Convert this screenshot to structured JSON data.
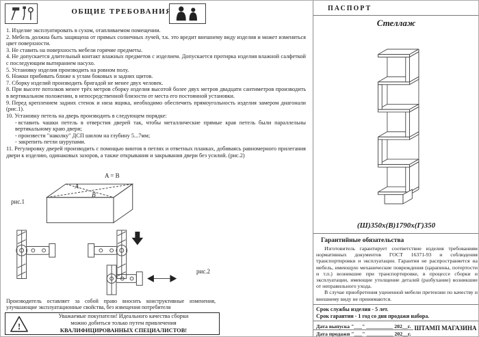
{
  "header": {
    "title": "ОБЩИЕ  ТРЕБОВАНИЯ"
  },
  "requirements": [
    {
      "num": "1.",
      "text": "Изделие эксплуатировать в сухом, отапливаемом помещении."
    },
    {
      "num": "2.",
      "text": "Мебель должна быть защищена от прямых солнечных лучей, т.к. это вредит внешнему виду изделия и может изменяться цвет поверхности."
    },
    {
      "num": "3.",
      "text": "Не ставить на поверхность мебели горячие предметы."
    },
    {
      "num": "4.",
      "text": "Не допускается длительный контакт влажных предметов с изделием. Допускается протирка изделия влажной салфеткой с последующим вытиранием насухо."
    },
    {
      "num": "5.",
      "text": "Установку изделия производить на ровном полу."
    },
    {
      "num": "6.",
      "text": "Ножки прибивать ближе к углам боковых и задних щитов."
    },
    {
      "num": "7.",
      "text": "Сборку изделий производить бригадой не менее двух человек."
    },
    {
      "num": "8.",
      "text": "При высоте потолков менее трёх метров сборку изделия высотой более двух метров двадцати сантиметров производить в вертикальном положении, в непосредственной близости от места его постоянной установки."
    },
    {
      "num": "9.",
      "text": "Перед креплением задних стенок и низа ящика, необходимо обеспечить прямоугольность изделия замером диагонали (рис.1)."
    },
    {
      "num": "10.",
      "text": "Установку петель на дверь производить в следующем порядке:"
    },
    {
      "num": "-",
      "text": "вставить чашки петель в отверстия дверей так, чтобы металлические прямые края петель были параллельны вертикальному краю двери;"
    },
    {
      "num": "-",
      "text": "произвести \"наколку\" ДСП шилом на глубину 5...7мм;"
    },
    {
      "num": "-",
      "text": "закрепить петли шурупами."
    },
    {
      "num": "11.",
      "text": "Регулировку дверей производить с помощью винтов в петлях и ответных планках, добиваясь равномерного прилегания двери к изделию, одинаковых зазоров, а также открывания и закрывания двери без усилий. (рис.2)"
    }
  ],
  "figures": {
    "ab_label": "A = B",
    "fig1_label": "рис.1",
    "fig2_label": "рис.2"
  },
  "footer": {
    "note": "Производитель оставляет за собой право вносить конструктивные изменения, улучшающие эксплуатационные свойства, без извещения потребителя",
    "notice_line1": "Уважаемые покупатели! Идеального качества сборки",
    "notice_line2": "можно добиться только путем привлечения",
    "notice_line3": "КВАЛИФИЦИРОВАННЫХ СПЕЦИАЛИСТОВ!"
  },
  "passport": {
    "label": "ПАСПОРТ",
    "product": "Стеллаж",
    "dimensions": "(Ш)350х(В)1790х(Г)350"
  },
  "warranty": {
    "title": "Гарантийные обязательства",
    "body": "Изготовитель гарантирует соответствие изделия требованиям нормативных документов ГОСТ 16371-93 и соблюдения транспортировки и эксплуатации. Гарантия не распространяется на мебель, имеющую механические повреждения (царапины, потертости и т.п.) возникшие при транспортировке, в процессе сборки и эксплуатации, имеющие утолщение деталей (разбухание) возникшие от неправильного ухода.",
    "body2": "В случае приобретения уцененной мебели претензии по качеству и внешнему виду не принимаются.",
    "service_life": "Срок службы изделия - 5 лет.",
    "period": "Срок гарантии - 1 год со дня продажи набора.",
    "issue_date": "Дата выпуска \"___\" __________ 202__г.",
    "sale_date": "Дата продажи \"___\" __________ 202__г.",
    "stamp": "ШТАМП МАГАЗИНА"
  }
}
